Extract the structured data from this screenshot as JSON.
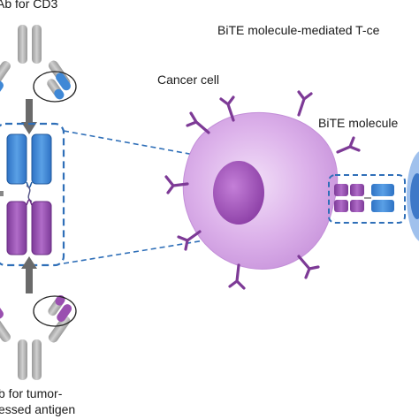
{
  "labels": {
    "mab_cd3": "Ab for CD3",
    "title": "BiTE molecule-mediated T-ce",
    "cancer_cell": "Cancer cell",
    "bite_molecule": "BiTE molecule",
    "mab_tumor_line1": "b for tumor-",
    "mab_tumor_line2": "essed antigen"
  },
  "colors": {
    "anti_cd3_domain": "#3f88d6",
    "anti_tumor_domain": "#9a4fb0",
    "antibody_gray": "#b9b9b9",
    "dashed_outline": "#2f6fb8",
    "cancer_cell_fill": "#d9a8e8",
    "nucleus": "#a050b8",
    "receptor": "#7d3a96",
    "t_cell": "#5a8fd8",
    "arrow": "#6a6a6a"
  }
}
